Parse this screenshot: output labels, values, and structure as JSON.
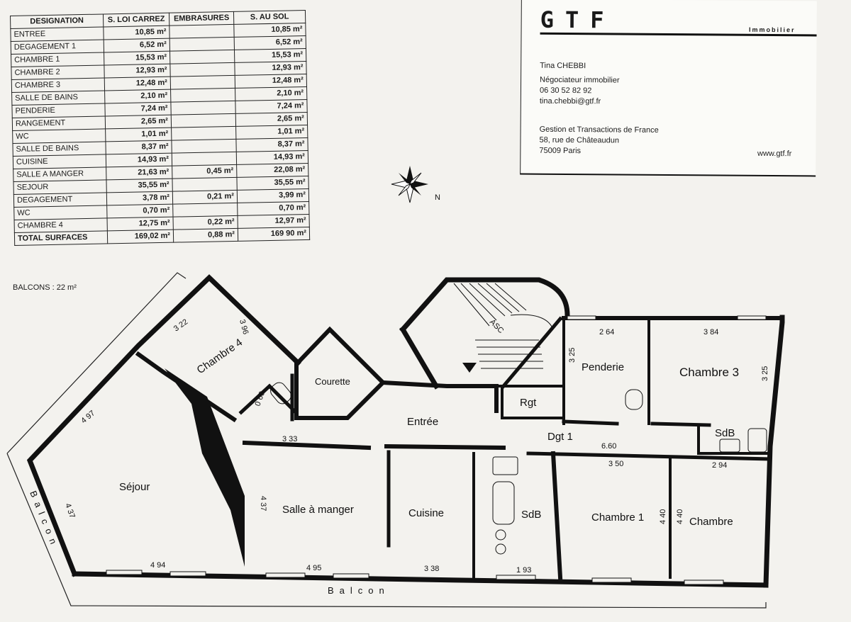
{
  "surface_table": {
    "headers": [
      "DESIGNATION",
      "S. LOI CARREZ",
      "EMBRASURES",
      "S. AU SOL"
    ],
    "rows": [
      {
        "designation": "ENTREE",
        "loi_carrez": "10,85 m²",
        "embrasures": "",
        "au_sol": "10,85 m²"
      },
      {
        "designation": "DEGAGEMENT 1",
        "loi_carrez": "6,52 m²",
        "embrasures": "",
        "au_sol": "6,52 m²"
      },
      {
        "designation": "CHAMBRE 1",
        "loi_carrez": "15,53 m²",
        "embrasures": "",
        "au_sol": "15,53 m²"
      },
      {
        "designation": "CHAMBRE 2",
        "loi_carrez": "12,93 m²",
        "embrasures": "",
        "au_sol": "12,93 m²"
      },
      {
        "designation": "CHAMBRE 3",
        "loi_carrez": "12,48 m²",
        "embrasures": "",
        "au_sol": "12,48 m²"
      },
      {
        "designation": "SALLE DE BAINS",
        "loi_carrez": "2,10 m²",
        "embrasures": "",
        "au_sol": "2,10 m²"
      },
      {
        "designation": "PENDERIE",
        "loi_carrez": "7,24 m²",
        "embrasures": "",
        "au_sol": "7,24 m²"
      },
      {
        "designation": "RANGEMENT",
        "loi_carrez": "2,65 m²",
        "embrasures": "",
        "au_sol": "2,65 m²"
      },
      {
        "designation": "WC",
        "loi_carrez": "1,01 m²",
        "embrasures": "",
        "au_sol": "1,01 m²"
      },
      {
        "designation": "SALLE DE BAINS",
        "loi_carrez": "8,37 m²",
        "embrasures": "",
        "au_sol": "8,37 m²"
      },
      {
        "designation": "CUISINE",
        "loi_carrez": "14,93 m²",
        "embrasures": "",
        "au_sol": "14,93 m²"
      },
      {
        "designation": "SALLE A MANGER",
        "loi_carrez": "21,63 m²",
        "embrasures": "0,45 m²",
        "au_sol": "22,08 m²"
      },
      {
        "designation": "SEJOUR",
        "loi_carrez": "35,55 m²",
        "embrasures": "",
        "au_sol": "35,55 m²"
      },
      {
        "designation": "DEGAGEMENT",
        "loi_carrez": "3,78 m²",
        "embrasures": "0,21 m²",
        "au_sol": "3,99 m²"
      },
      {
        "designation": "WC",
        "loi_carrez": "0,70 m²",
        "embrasures": "",
        "au_sol": "0,70 m²"
      },
      {
        "designation": "CHAMBRE 4",
        "loi_carrez": "12,75 m²",
        "embrasures": "0,22 m²",
        "au_sol": "12,97 m²"
      }
    ],
    "total": {
      "designation": "TOTAL SURFACES",
      "loi_carrez": "169,02 m²",
      "embrasures": "0,88 m²",
      "au_sol": "169 90 m²"
    }
  },
  "balcons_note": "BALCONS : 22 m²",
  "card": {
    "logo": "GTF",
    "brand_sub": "Immobilier",
    "agent_name": "Tina CHEBBI",
    "agent_role": "Négociateur immobilier",
    "agent_phone": "06 30 52 82 92",
    "agent_email": "tina.chebbi@gtf.fr",
    "company": "Gestion et Transactions de France",
    "street": "58, rue de Châteaudun",
    "city": "75009 Paris",
    "website": "www.gtf.fr"
  },
  "compass": {
    "north_label": "N"
  },
  "rooms": {
    "sejour": "Séjour",
    "chambre4": "Chambre 4",
    "courette": "Courette",
    "entree": "Entrée",
    "salle_a_manger": "Salle à manger",
    "cuisine": "Cuisine",
    "sdb": "SdB",
    "rgt": "Rgt",
    "penderie": "Penderie",
    "chambre3": "Chambre 3",
    "dgt1": "Dgt 1",
    "sdb_small": "SdB",
    "chambre1": "Chambre 1",
    "chambre": "Chambre",
    "asc": "ASC"
  },
  "dimensions": {
    "d322": "3 22",
    "d396": "3 96",
    "d497": "4 97",
    "d437a": "4 37",
    "d437b": "4 37",
    "d494": "4 94",
    "d495": "4 95",
    "d338": "3 38",
    "d193": "1 93",
    "d333": "3 33",
    "d060": "0 60",
    "d264": "2 64",
    "d384": "3 84",
    "d325a": "3 25",
    "d325b": "3 25",
    "d660": "6.60",
    "d350": "3 50",
    "d294": "2 94",
    "d440a": "4 40",
    "d440b": "4 40"
  },
  "balcon_labels": {
    "bottom": "Balcon",
    "left": "Balcon"
  }
}
